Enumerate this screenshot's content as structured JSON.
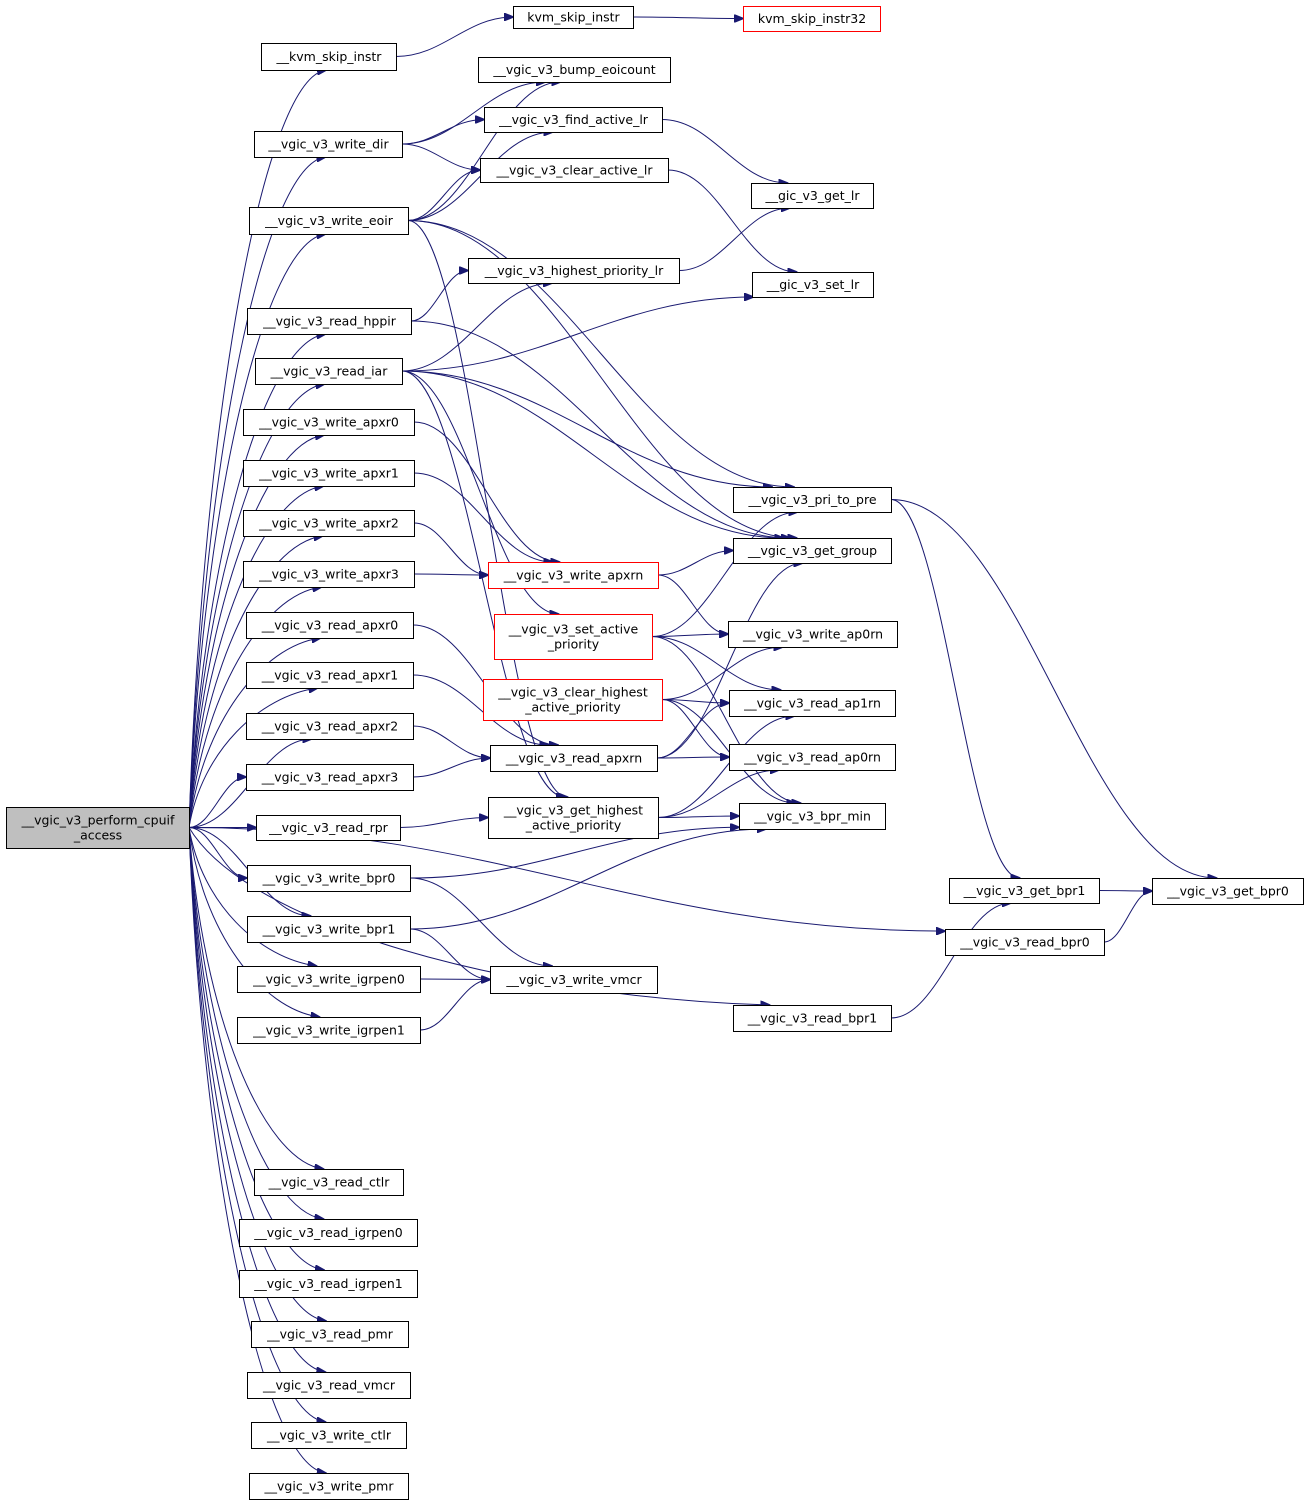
{
  "colors": {
    "edge": "#191970",
    "node_border": "#000000",
    "truncated_border": "#ff0000",
    "root_fill": "#bfbfbf"
  },
  "nodes": [
    {
      "id": "root",
      "label": [
        "__vgic_v3_perform_cpuif",
        "_access"
      ],
      "style": "root"
    },
    {
      "id": "kskip",
      "label": [
        "__kvm_skip_instr"
      ]
    },
    {
      "id": "kvm_skip",
      "label": [
        "kvm_skip_instr"
      ]
    },
    {
      "id": "kvm_skip32",
      "label": [
        "kvm_skip_instr32"
      ],
      "style": "red"
    },
    {
      "id": "bump",
      "label": [
        "__vgic_v3_bump_eoicount"
      ]
    },
    {
      "id": "find",
      "label": [
        "__vgic_v3_find_active_lr"
      ]
    },
    {
      "id": "wdir",
      "label": [
        "__vgic_v3_write_dir"
      ]
    },
    {
      "id": "clear_lr",
      "label": [
        "__vgic_v3_clear_active_lr"
      ]
    },
    {
      "id": "get_lr",
      "label": [
        "__gic_v3_get_lr"
      ]
    },
    {
      "id": "weoir",
      "label": [
        "__vgic_v3_write_eoir"
      ]
    },
    {
      "id": "hplr",
      "label": [
        "__vgic_v3_highest_priority_lr"
      ]
    },
    {
      "id": "set_lr",
      "label": [
        "__gic_v3_set_lr"
      ]
    },
    {
      "id": "hppir",
      "label": [
        "__vgic_v3_read_hppir"
      ]
    },
    {
      "id": "iar",
      "label": [
        "__vgic_v3_read_iar"
      ]
    },
    {
      "id": "wapxr0",
      "label": [
        "__vgic_v3_write_apxr0"
      ]
    },
    {
      "id": "wapxr1",
      "label": [
        "__vgic_v3_write_apxr1"
      ]
    },
    {
      "id": "wapxr2",
      "label": [
        "__vgic_v3_write_apxr2"
      ]
    },
    {
      "id": "wapxr3",
      "label": [
        "__vgic_v3_write_apxr3"
      ]
    },
    {
      "id": "pri",
      "label": [
        "__vgic_v3_pri_to_pre"
      ]
    },
    {
      "id": "group",
      "label": [
        "__vgic_v3_get_group"
      ]
    },
    {
      "id": "wapxrn",
      "label": [
        "__vgic_v3_write_apxrn"
      ],
      "style": "red"
    },
    {
      "id": "setact",
      "label": [
        "__vgic_v3_set_active",
        "_priority"
      ],
      "style": "red"
    },
    {
      "id": "wap0",
      "label": [
        "__vgic_v3_write_ap0rn"
      ]
    },
    {
      "id": "rapxr0",
      "label": [
        "__vgic_v3_read_apxr0"
      ]
    },
    {
      "id": "rapxr1",
      "label": [
        "__vgic_v3_read_apxr1"
      ]
    },
    {
      "id": "clrhigh",
      "label": [
        "__vgic_v3_clear_highest",
        "_active_priority"
      ],
      "style": "red"
    },
    {
      "id": "rap1",
      "label": [
        "__vgic_v3_read_ap1rn"
      ]
    },
    {
      "id": "rapxr2",
      "label": [
        "__vgic_v3_read_apxr2"
      ]
    },
    {
      "id": "rapxrn",
      "label": [
        "__vgic_v3_read_apxrn"
      ]
    },
    {
      "id": "rap0",
      "label": [
        "__vgic_v3_read_ap0rn"
      ]
    },
    {
      "id": "rapxr3",
      "label": [
        "__vgic_v3_read_apxr3"
      ]
    },
    {
      "id": "rpr",
      "label": [
        "__vgic_v3_read_rpr"
      ]
    },
    {
      "id": "gethigh",
      "label": [
        "__vgic_v3_get_highest",
        "_active_priority"
      ]
    },
    {
      "id": "bprmin",
      "label": [
        "__vgic_v3_bpr_min"
      ]
    },
    {
      "id": "wbpr0",
      "label": [
        "__vgic_v3_write_bpr0"
      ]
    },
    {
      "id": "getbpr1",
      "label": [
        "__vgic_v3_get_bpr1"
      ]
    },
    {
      "id": "getbpr0",
      "label": [
        "__vgic_v3_get_bpr0"
      ]
    },
    {
      "id": "wbpr1",
      "label": [
        "__vgic_v3_write_bpr1"
      ]
    },
    {
      "id": "rbpr0",
      "label": [
        "__vgic_v3_read_bpr0"
      ]
    },
    {
      "id": "wigrp0",
      "label": [
        "__vgic_v3_write_igrpen0"
      ]
    },
    {
      "id": "vmcr",
      "label": [
        "__vgic_v3_write_vmcr"
      ]
    },
    {
      "id": "rbpr1",
      "label": [
        "__vgic_v3_read_bpr1"
      ]
    },
    {
      "id": "wigrp1",
      "label": [
        "__vgic_v3_write_igrpen1"
      ]
    },
    {
      "id": "rctlr",
      "label": [
        "__vgic_v3_read_ctlr"
      ]
    },
    {
      "id": "rigrp0",
      "label": [
        "__vgic_v3_read_igrpen0"
      ]
    },
    {
      "id": "rigrp1",
      "label": [
        "__vgic_v3_read_igrpen1"
      ]
    },
    {
      "id": "rpmr",
      "label": [
        "__vgic_v3_read_pmr"
      ]
    },
    {
      "id": "rvmcr",
      "label": [
        "__vgic_v3_read_vmcr"
      ]
    },
    {
      "id": "wctlr",
      "label": [
        "__vgic_v3_write_ctlr"
      ]
    },
    {
      "id": "wpmr",
      "label": [
        "__vgic_v3_write_pmr"
      ]
    }
  ],
  "edges": [
    [
      "root",
      "kskip"
    ],
    [
      "root",
      "wdir"
    ],
    [
      "root",
      "weoir"
    ],
    [
      "root",
      "hppir"
    ],
    [
      "root",
      "iar"
    ],
    [
      "root",
      "wapxr0"
    ],
    [
      "root",
      "wapxr1"
    ],
    [
      "root",
      "wapxr2"
    ],
    [
      "root",
      "wapxr3"
    ],
    [
      "root",
      "rapxr0"
    ],
    [
      "root",
      "rapxr1"
    ],
    [
      "root",
      "rapxr2"
    ],
    [
      "root",
      "rapxr3"
    ],
    [
      "root",
      "rpr"
    ],
    [
      "root",
      "wbpr0"
    ],
    [
      "root",
      "wbpr1"
    ],
    [
      "root",
      "wigrp0"
    ],
    [
      "root",
      "wigrp1"
    ],
    [
      "root",
      "rbpr1"
    ],
    [
      "root",
      "rbpr0"
    ],
    [
      "root",
      "rctlr"
    ],
    [
      "root",
      "rigrp0"
    ],
    [
      "root",
      "rigrp1"
    ],
    [
      "root",
      "rpmr"
    ],
    [
      "root",
      "rvmcr"
    ],
    [
      "root",
      "wctlr"
    ],
    [
      "root",
      "wpmr"
    ],
    [
      "kskip",
      "kvm_skip"
    ],
    [
      "kvm_skip",
      "kvm_skip32"
    ],
    [
      "wdir",
      "bump"
    ],
    [
      "wdir",
      "find"
    ],
    [
      "wdir",
      "clear_lr"
    ],
    [
      "weoir",
      "bump"
    ],
    [
      "weoir",
      "find"
    ],
    [
      "weoir",
      "clear_lr"
    ],
    [
      "weoir",
      "pri"
    ],
    [
      "weoir",
      "group"
    ],
    [
      "weoir",
      "gethigh"
    ],
    [
      "find",
      "get_lr"
    ],
    [
      "clear_lr",
      "set_lr"
    ],
    [
      "hplr",
      "get_lr"
    ],
    [
      "hppir",
      "hplr"
    ],
    [
      "hppir",
      "group"
    ],
    [
      "iar",
      "hplr"
    ],
    [
      "iar",
      "set_lr"
    ],
    [
      "iar",
      "pri"
    ],
    [
      "iar",
      "group"
    ],
    [
      "iar",
      "setact"
    ],
    [
      "iar",
      "gethigh"
    ],
    [
      "wapxr0",
      "wapxrn"
    ],
    [
      "wapxr1",
      "wapxrn"
    ],
    [
      "wapxr2",
      "wapxrn"
    ],
    [
      "wapxr3",
      "wapxrn"
    ],
    [
      "wapxrn",
      "group"
    ],
    [
      "wapxrn",
      "wap0"
    ],
    [
      "setact",
      "pri"
    ],
    [
      "setact",
      "wap0"
    ],
    [
      "setact",
      "rap1"
    ],
    [
      "setact",
      "bprmin"
    ],
    [
      "clrhigh",
      "wap0"
    ],
    [
      "clrhigh",
      "rap1"
    ],
    [
      "clrhigh",
      "rap0"
    ],
    [
      "clrhigh",
      "bprmin"
    ],
    [
      "rapxr0",
      "rapxrn"
    ],
    [
      "rapxr1",
      "rapxrn"
    ],
    [
      "rapxr2",
      "rapxrn"
    ],
    [
      "rapxr3",
      "rapxrn"
    ],
    [
      "rapxrn",
      "rap1"
    ],
    [
      "rapxrn",
      "rap0"
    ],
    [
      "rapxrn",
      "group"
    ],
    [
      "gethigh",
      "rap1"
    ],
    [
      "gethigh",
      "rap0"
    ],
    [
      "gethigh",
      "bprmin"
    ],
    [
      "rpr",
      "gethigh"
    ],
    [
      "wbpr0",
      "bprmin"
    ],
    [
      "wbpr0",
      "vmcr"
    ],
    [
      "wbpr1",
      "bprmin"
    ],
    [
      "wbpr1",
      "vmcr"
    ],
    [
      "wigrp0",
      "vmcr"
    ],
    [
      "wigrp1",
      "vmcr"
    ],
    [
      "pri",
      "getbpr1"
    ],
    [
      "pri",
      "getbpr0"
    ],
    [
      "getbpr1",
      "getbpr0"
    ],
    [
      "rbpr0",
      "getbpr0"
    ],
    [
      "rbpr1",
      "getbpr1"
    ]
  ]
}
